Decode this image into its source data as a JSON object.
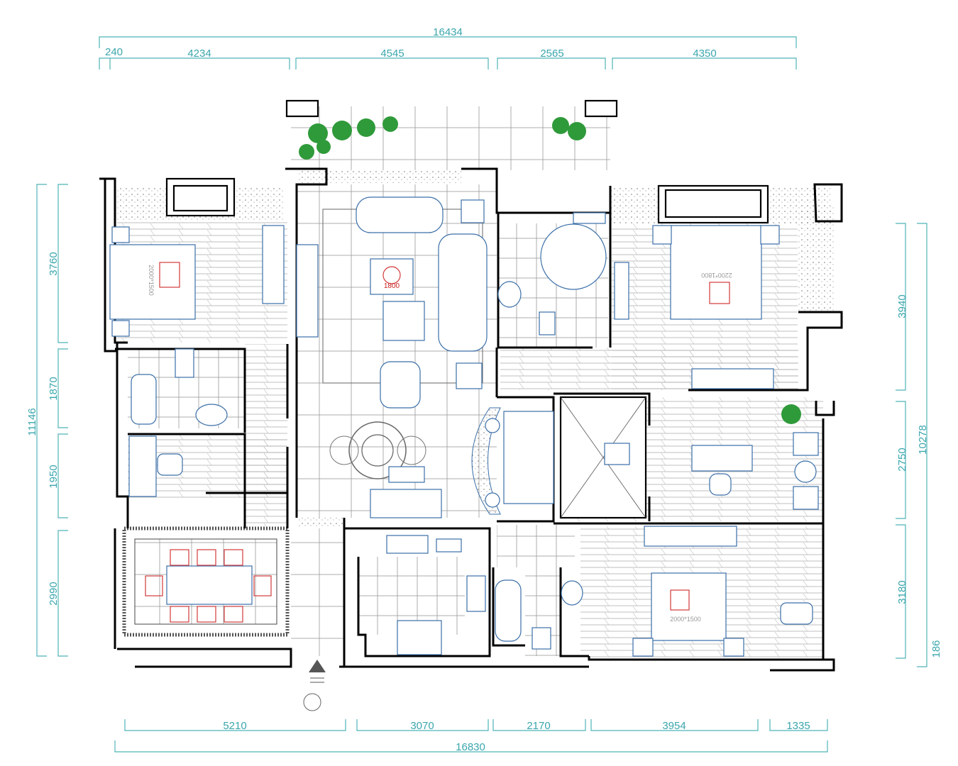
{
  "drawing": {
    "type": "floor-plan",
    "dimensions_top": {
      "total": "16434",
      "segments": [
        "240",
        "4234",
        "4545",
        "2565",
        "4350"
      ]
    },
    "dimensions_bottom": {
      "total": "16830",
      "segments": [
        "5210",
        "3070",
        "2170",
        "3954",
        "1335"
      ]
    },
    "dimensions_left": {
      "total": "11146",
      "segments": [
        "3760",
        "1870",
        "1950",
        "2990"
      ]
    },
    "dimensions_right": {
      "total": "10278",
      "segments": [
        "3940",
        "2750",
        "3180",
        "186"
      ]
    },
    "labels": {
      "bed_left": "2000*1500",
      "bed_master": "2200*1800",
      "bed_bottom": "2000*1500",
      "table_living": "1800"
    },
    "colors": {
      "dimension": "#3aa6ad",
      "wall": "#000000",
      "furniture": "#3b6fa8",
      "accent": "#d23a3a",
      "plant": "#2f9a3a"
    }
  }
}
